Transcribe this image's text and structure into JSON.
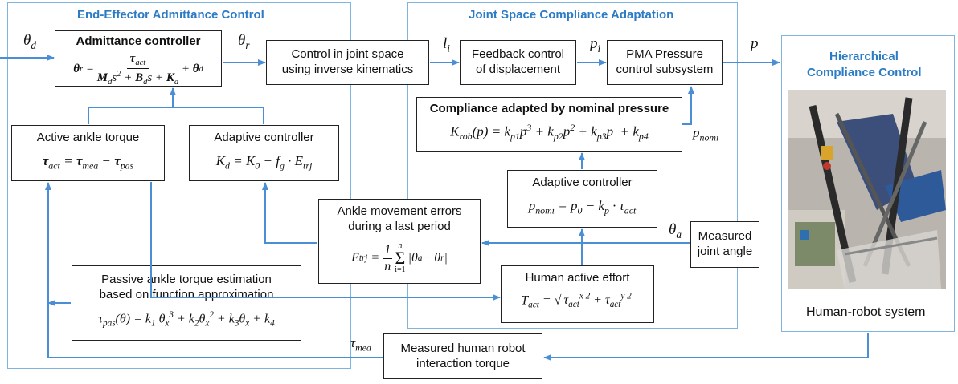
{
  "regions": {
    "left_title": "End-Effector Admittance Control",
    "middle_title": "Joint Space Compliance Adaptation",
    "right_title_line1": "Hierarchical",
    "right_title_line2": "Compliance Control",
    "right_caption": "Human-robot system"
  },
  "signals": {
    "theta_d": "θ",
    "theta_d_sub": "d",
    "theta_r": "θ",
    "theta_r_sub": "r",
    "l_i": "l",
    "l_i_sub": "i",
    "p_i": "p",
    "p_i_sub": "i",
    "p": "p",
    "p_nomi": "p",
    "p_nomi_sub": "nomi",
    "theta_a": "θ",
    "theta_a_sub": "a",
    "tau_mea": "τ",
    "tau_mea_sub": "mea"
  },
  "boxes": {
    "admittance": {
      "title": "Admittance controller"
    },
    "joint_space": {
      "line1": "Control in joint space",
      "line2": "using inverse kinematics"
    },
    "feedback": {
      "line1": "Feedback control",
      "line2": "of displacement"
    },
    "pma": {
      "line1": "PMA Pressure",
      "line2": "control subsystem"
    },
    "compliance": {
      "title": "Compliance adapted by nominal pressure"
    },
    "active_torque": {
      "title": "Active ankle torque"
    },
    "adaptive_left": {
      "title": "Adaptive controller"
    },
    "adaptive_mid": {
      "title": "Adaptive controller"
    },
    "movement_errors": {
      "line1": "Ankle movement errors",
      "line2": "during a last period"
    },
    "measured_angle": {
      "line1": "Measured",
      "line2": "joint angle"
    },
    "passive": {
      "line1": "Passive ankle torque estimation",
      "line2": "based on function approximation"
    },
    "human_effort": {
      "title": "Human active effort"
    },
    "interaction": {
      "line1": "Measured human robot",
      "line2": "interaction torque"
    }
  },
  "colors": {
    "region_border": "#7fb4df",
    "region_title": "#2b7bc5",
    "arrow": "#4a8fd6"
  }
}
